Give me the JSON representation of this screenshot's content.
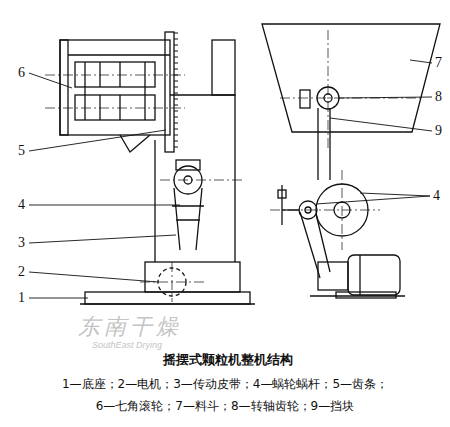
{
  "diagram": {
    "caption": "摇摆式颗粒机整机结构",
    "labels": [
      "6",
      "5",
      "4",
      "3",
      "2",
      "1",
      "7",
      "8",
      "9",
      "4",
      "1—底座；2—电机；3—传动皮带；4—蜗轮蜗杆；5—齿条；",
      "6—七角滚轮；7—料斗；8—转轴齿轮；9—挡块",
      "东南干燥",
      "SouthEast Drying"
    ]
  }
}
